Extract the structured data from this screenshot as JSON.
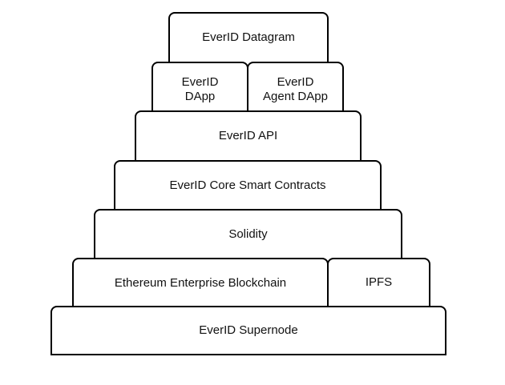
{
  "layers": {
    "datagram": "EverID Datagram",
    "dapp": {
      "line1": "EverID",
      "line2": "DApp"
    },
    "agent_dapp": {
      "line1": "EverID",
      "line2": "Agent DApp"
    },
    "api": "EverID API",
    "core_contracts": "EverID Core Smart Contracts",
    "solidity": "Solidity",
    "blockchain": "Ethereum Enterprise Blockchain",
    "ipfs": "IPFS",
    "supernode": "EverID Supernode"
  }
}
